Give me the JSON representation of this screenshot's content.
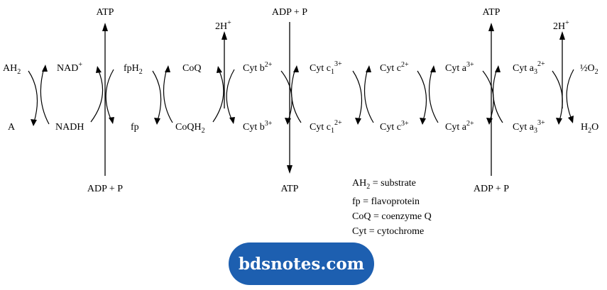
{
  "top_labels": {
    "atp_1": "ATP",
    "two_h_1": "2H",
    "two_h_1_sup": "+",
    "adp_p_top": "ADP + P",
    "atp_3": "ATP",
    "two_h_2": "2H",
    "two_h_2_sup": "+"
  },
  "bottom_labels": {
    "adp_p_1": "ADP + P",
    "atp_2": "ATP",
    "adp_p_3": "ADP + P"
  },
  "upper_row": {
    "ah2": {
      "base": "AH",
      "sub": "2"
    },
    "nad": {
      "base": "NAD",
      "sup": "+"
    },
    "fph2": {
      "base": "fpH",
      "sub": "2"
    },
    "coq": {
      "base": "CoQ"
    },
    "cyt_b2": {
      "base": "Cyt b",
      "sup": "2+"
    },
    "cyt_c1_3": {
      "base": "Cyt c",
      "sub": "1",
      "sup": "3+"
    },
    "cyt_c_2": {
      "base": "Cyt c",
      "sup": "2+"
    },
    "cyt_a_3": {
      "base": "Cyt a",
      "sup": "3+"
    },
    "cyt_a3_2": {
      "base": "Cyt a",
      "sub": "3",
      "sup": "2+"
    },
    "half_o2": {
      "base": "½O",
      "sub": "2"
    }
  },
  "lower_row": {
    "a": {
      "base": "A"
    },
    "nadh": {
      "base": "NADH"
    },
    "fp": {
      "base": "fp"
    },
    "coqh2": {
      "base": "CoQH",
      "sub": "2"
    },
    "cyt_b3": {
      "base": "Cyt b",
      "sup": "3+"
    },
    "cyt_c1_2": {
      "base": "Cyt c",
      "sub": "1",
      "sup": "2+"
    },
    "cyt_c_3": {
      "base": "Cyt c",
      "sup": "3+"
    },
    "cyt_a_2": {
      "base": "Cyt a",
      "sup": "2+"
    },
    "cyt_a3_3": {
      "base": "Cyt a",
      "sub": "3",
      "sup": "3+"
    },
    "h2o": {
      "base": "H",
      "sub": "2",
      "tail": "O"
    }
  },
  "legend": [
    {
      "term": "AH",
      "sub": "2",
      "definition": " = substrate"
    },
    {
      "term": "fp",
      "sub": "",
      "definition": " = flavoprotein"
    },
    {
      "term": "CoQ",
      "sub": "",
      "definition": " = coenzyme Q"
    },
    {
      "term": "Cyt",
      "sub": "",
      "definition": " = cytochrome"
    }
  ],
  "watermark": "bdsnotes.com",
  "colors": {
    "badge": "#1d5fb0",
    "ink": "#000000"
  }
}
